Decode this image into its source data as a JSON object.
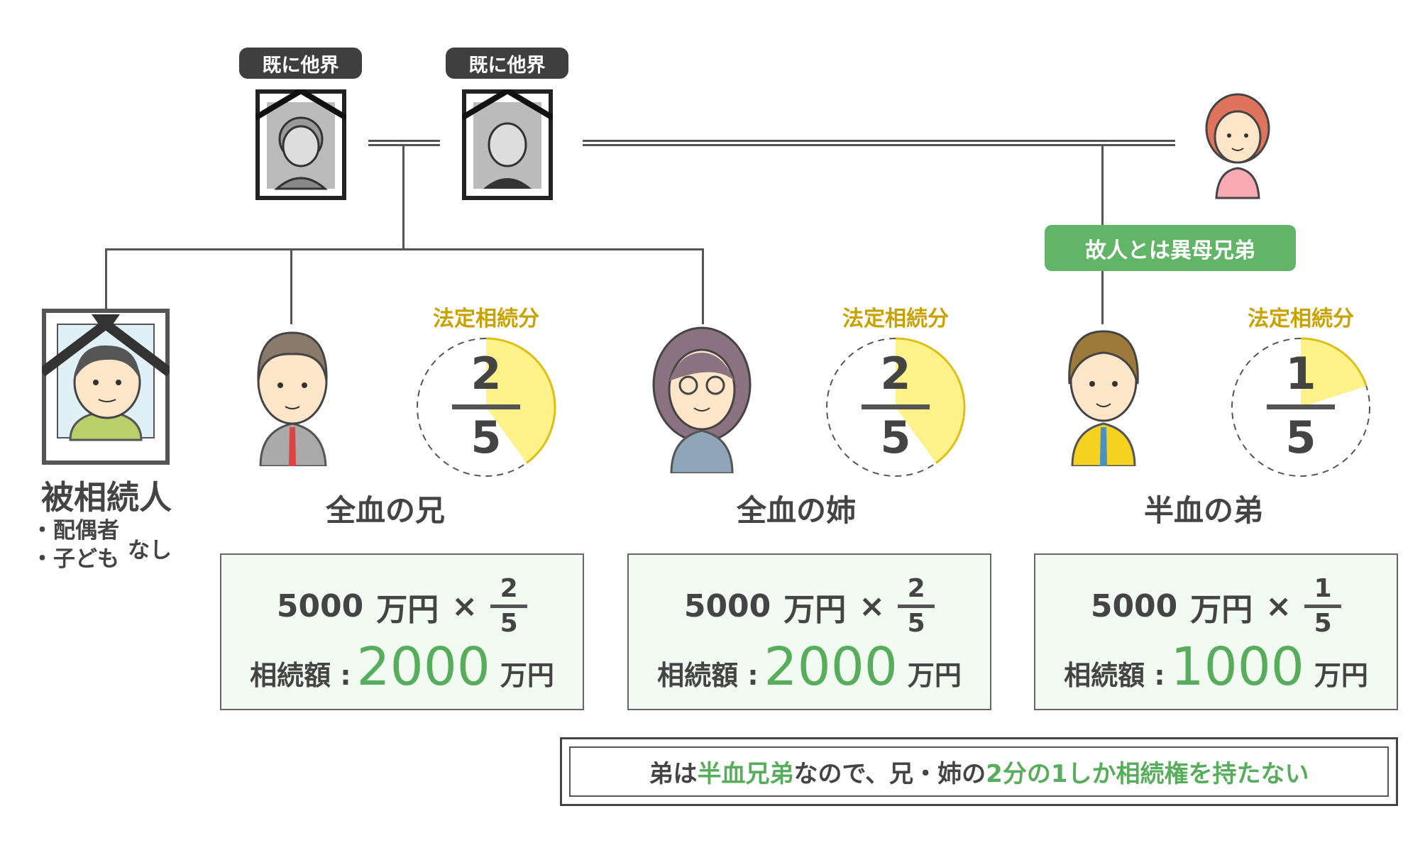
{
  "grandparents": {
    "deceased_tag": "既に他界"
  },
  "mother_tag": "故人とは異母兄弟",
  "decedent": {
    "title": "被相続人",
    "conditions": [
      "・配偶者",
      "・子ども"
    ],
    "none": "なし"
  },
  "share_label": "法定相続分",
  "estate": {
    "amount": "5000",
    "unit": "万円",
    "times": "×",
    "result_label": "相続額 :"
  },
  "heirs": [
    {
      "name": "全血の兄",
      "numerator": "2",
      "denominator": "5",
      "fraction": 0.4,
      "inheritance": "2000"
    },
    {
      "name": "全血の姉",
      "numerator": "2",
      "denominator": "5",
      "fraction": 0.4,
      "inheritance": "2000"
    },
    {
      "name": "半血の弟",
      "numerator": "1",
      "denominator": "5",
      "fraction": 0.2,
      "inheritance": "1000"
    }
  ],
  "note": {
    "parts": [
      "弟は",
      "半血兄弟",
      "なので、兄・姉の",
      "2分の1しか相続権を持たない"
    ]
  },
  "colors": {
    "green": "#58ad5c",
    "gold": "#c8a200",
    "pie_fill": "#fdf18a",
    "pie_stroke": "#dfbd12"
  }
}
